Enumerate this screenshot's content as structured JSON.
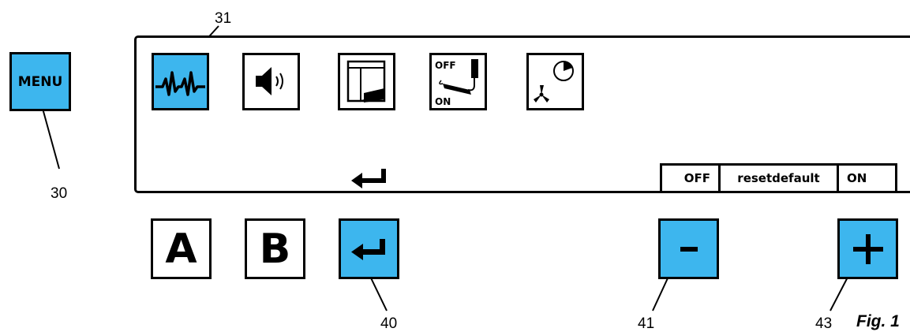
{
  "callouts": {
    "c31": "31",
    "c30": "30",
    "c40": "40",
    "c41": "41",
    "c43": "43"
  },
  "menu": {
    "label": "MENU"
  },
  "screen": {
    "icons": [
      {
        "name": "heartbeat-icon",
        "active": true
      },
      {
        "name": "speaker-icon",
        "active": false
      },
      {
        "name": "cabinet-icon",
        "active": false
      },
      {
        "name": "handpiece-off-on-icon",
        "active": false,
        "off_label": "OFF",
        "on_label": "ON"
      },
      {
        "name": "fan-timer-icon",
        "active": false
      }
    ],
    "enter_icon": "enter-arrow-icon",
    "options": {
      "off": "OFF",
      "reset": "resetdefault",
      "on": "ON"
    }
  },
  "keys": {
    "a": "A",
    "b": "B",
    "enter_icon": "enter-arrow-icon",
    "minus": "minus-icon",
    "plus": "plus-icon"
  },
  "figure_label": "Fig. 1",
  "colors": {
    "accent": "#3db6ee",
    "line": "#000000",
    "background": "#ffffff"
  }
}
